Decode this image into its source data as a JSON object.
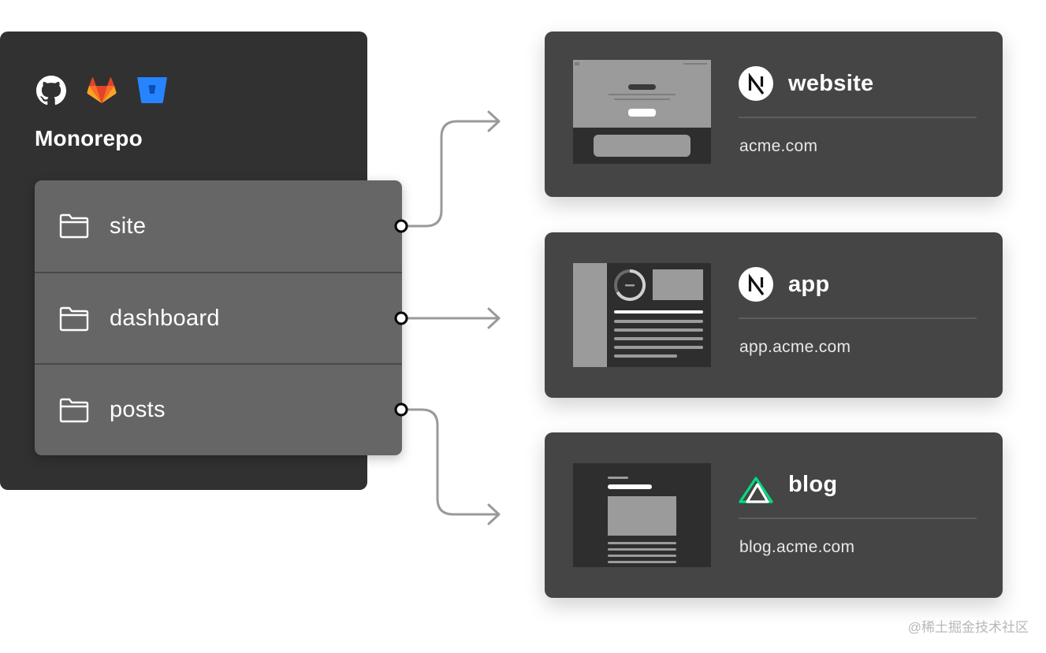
{
  "monorepo": {
    "title": "Monorepo",
    "provider_icons": [
      "github-icon",
      "gitlab-icon",
      "bitbucket-icon"
    ],
    "folders": [
      {
        "label": "site",
        "icon": "folder-icon"
      },
      {
        "label": "dashboard",
        "icon": "folder-icon"
      },
      {
        "label": "posts",
        "icon": "folder-icon"
      }
    ]
  },
  "projects": [
    {
      "name": "website",
      "domain": "acme.com",
      "framework_icon": "nextjs-icon",
      "thumbnail": "landing-page-thumbnail"
    },
    {
      "name": "app",
      "domain": "app.acme.com",
      "framework_icon": "nextjs-icon",
      "thumbnail": "dashboard-thumbnail"
    },
    {
      "name": "blog",
      "domain": "blog.acme.com",
      "framework_icon": "nuxt-icon",
      "thumbnail": "blog-thumbnail"
    }
  ],
  "watermark": "@稀土掘金技术社区",
  "colors": {
    "panel": "#313131",
    "folder_list": "#666666",
    "card": "#454545",
    "connector": "#9a9a9a",
    "nuxt_green": "#00DC82",
    "gitlab_orange": "#FC6D26",
    "bitbucket_blue": "#2684FF"
  }
}
